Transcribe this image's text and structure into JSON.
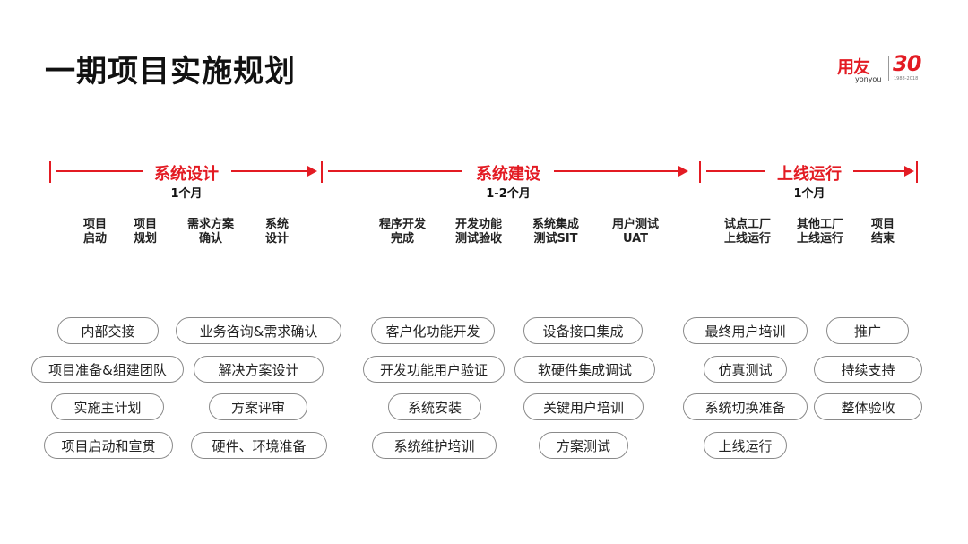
{
  "title": "一期项目实施规划",
  "logo": {
    "brand_cn": "用友",
    "brand_en": "yonyou",
    "anniversary": "30",
    "years": "1988-2018"
  },
  "accent_color": "#e31b23",
  "phases": [
    {
      "title": "系统设计",
      "duration": "1个月",
      "milestones": [
        {
          "line1": "项目",
          "line2": "启动"
        },
        {
          "line1": "项目",
          "line2": "规划"
        },
        {
          "line1": "需求方案",
          "line2": "确认"
        },
        {
          "line1": "系统",
          "line2": "设计"
        }
      ]
    },
    {
      "title": "系统建设",
      "duration": "1-2个月",
      "milestones": [
        {
          "line1": "程序开发",
          "line2": "完成"
        },
        {
          "line1": "开发功能",
          "line2": "测试验收"
        },
        {
          "line1": "系统集成",
          "line2": "测试SIT"
        },
        {
          "line1": "用户测试",
          "line2": "UAT"
        }
      ]
    },
    {
      "title": "上线运行",
      "duration": "1个月",
      "milestones": [
        {
          "line1": "试点工厂",
          "line2": "上线运行"
        },
        {
          "line1": "其他工厂",
          "line2": "上线运行"
        },
        {
          "line1": "项目",
          "line2": "结束"
        }
      ]
    }
  ],
  "tasks": {
    "design_col1": [
      "内部交接",
      "项目准备&组建团队",
      "实施主计划",
      "项目启动和宣贯"
    ],
    "design_col2": [
      "业务咨询&需求确认",
      "解决方案设计",
      "方案评审",
      "硬件、环境准备"
    ],
    "build_col1": [
      "客户化功能开发",
      "开发功能用户验证",
      "系统安装",
      "系统维护培训"
    ],
    "build_col2": [
      "设备接口集成",
      "软硬件集成调试",
      "关键用户培训",
      "方案测试"
    ],
    "run_col1": [
      "最终用户培训",
      "仿真测试",
      "系统切换准备",
      "上线运行"
    ],
    "run_col2": [
      "推广",
      "持续支持",
      "整体验收"
    ]
  }
}
